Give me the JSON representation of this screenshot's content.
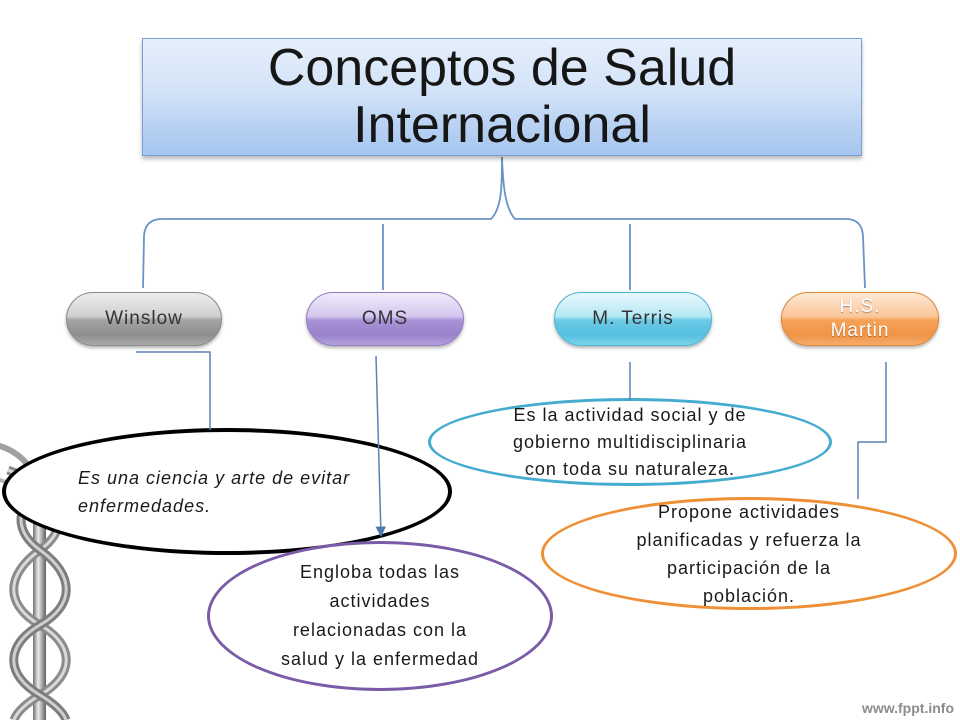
{
  "title": "Conceptos de Salud Internacional",
  "nodes": [
    {
      "label": "Winslow",
      "description": "Es una ciencia y arte de evitar enfermedades.",
      "fill": "#a6a6a6",
      "outline": "#000000"
    },
    {
      "label": "OMS",
      "description": "Engloba todas las actividades relacionadas con la salud y la enfermedad",
      "fill": "#b19cda",
      "outline": "#7a5ca6"
    },
    {
      "label": "M. Terris",
      "description": "Es la actividad social y de gobierno multidisciplinaria con toda su naturaleza.",
      "fill": "#6ecbe6",
      "outline": "#45acd0"
    },
    {
      "label": "H.S. Martin",
      "description": "Propone actividades planificadas y refuerza la participación de la población.",
      "fill": "#f5a560",
      "outline": "#ef8f36"
    }
  ],
  "colors": {
    "title_box": "#bcd4f4",
    "title_border": "#7a9ed6",
    "connector": "#6b93c7",
    "text": "#1a1a1a"
  },
  "decoration": {
    "icon": "caduceus-icon"
  },
  "footer": {
    "url": "www.fppt.info"
  }
}
